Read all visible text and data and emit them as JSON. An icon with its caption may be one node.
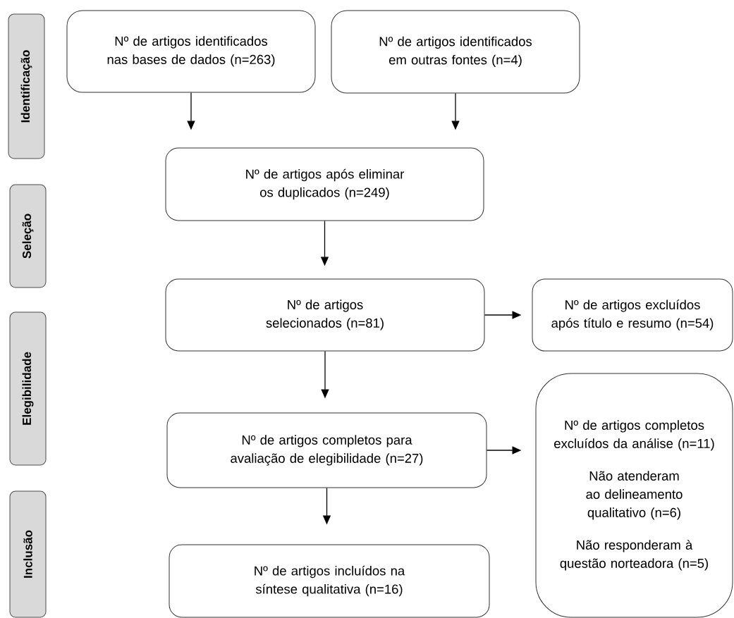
{
  "diagram": {
    "nodes": [
      {
        "text": [
          "Nº de artigos identificados nas bases de dados (n=263)"
        ]
      },
      {
        "text": [
          "Nº de artigos identificados em outras fontes (n=4)"
        ]
      },
      {
        "text": [
          "Nº de artigos após eliminar os duplicados (n=249)"
        ]
      },
      {
        "text": [
          "Nº de artigos selecionados (n=81)"
        ]
      },
      {
        "text": [
          "Nº de artigos excluídos após título e resumo (n=54)"
        ]
      },
      {
        "text": [
          "Nº de artigos completos para avaliação de elegibilidade (n=27)"
        ]
      },
      {
        "text": [
          "Nº de artigos incluídos na síntese qualitativa (n=16)"
        ]
      },
      {
        "text": [
          "Nº de artigos completos excluídos da análise (n=11)",
          "Não atenderam ao delineamento qualitativo (n=6)",
          "Não responderam à questão norteadora (n=5)"
        ]
      },
      {
        "text": [
          "Identificação"
        ]
      },
      {
        "text": [
          "Seleção"
        ]
      },
      {
        "text": [
          "Elegibilidade"
        ]
      },
      {
        "text": [
          "Inclusão"
        ]
      }
    ],
    "edges": [
      {
        "from": 0,
        "to": 2,
        "arrow": "to"
      },
      {
        "from": 1,
        "to": 2,
        "arrow": "to"
      },
      {
        "from": 2,
        "to": 3,
        "arrow": "to"
      },
      {
        "from": 3,
        "to": 4,
        "arrow": "to"
      },
      {
        "from": 3,
        "to": 5,
        "arrow": "to"
      },
      {
        "from": 5,
        "to": 7,
        "arrow": "to"
      },
      {
        "from": 5,
        "to": 6,
        "arrow": "to"
      }
    ]
  }
}
